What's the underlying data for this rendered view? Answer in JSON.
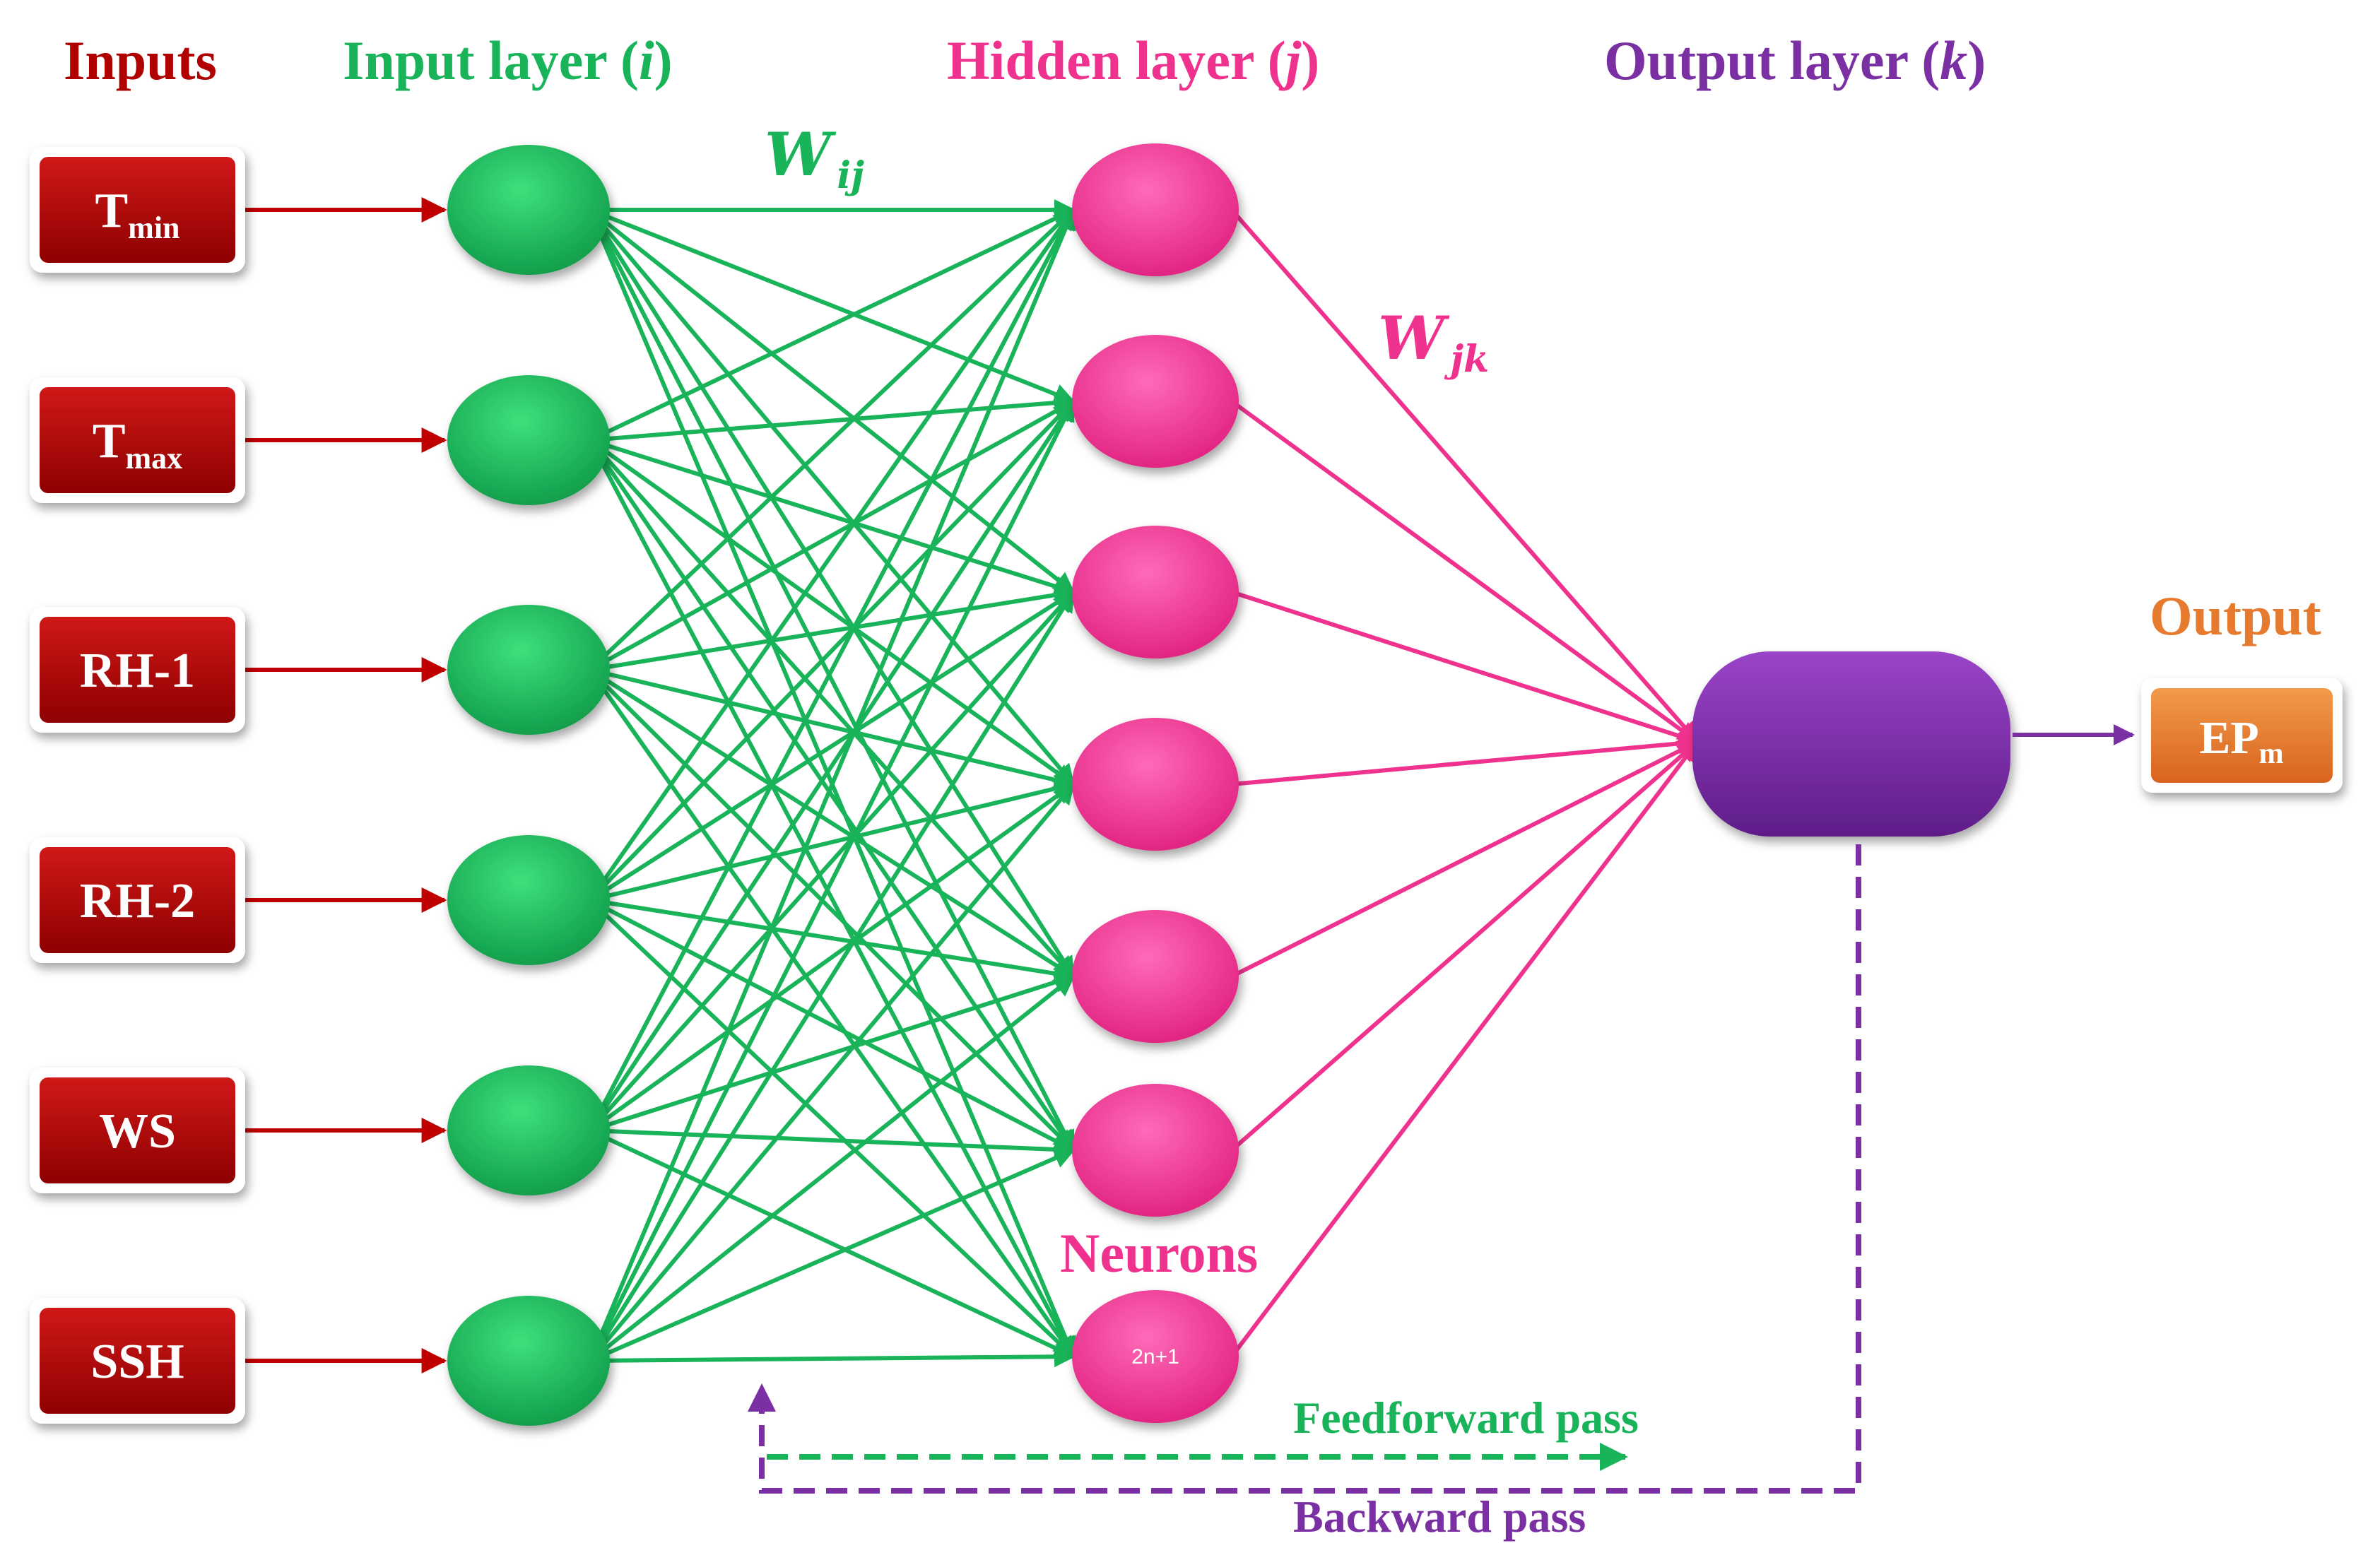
{
  "headers": {
    "inputs": "Inputs",
    "input_layer_prefix": "Input layer (",
    "input_layer_var": "i",
    "hidden_layer_prefix": "Hidden layer (",
    "hidden_layer_var": "j",
    "output_layer_prefix": "Output layer (",
    "output_layer_var": "k",
    "layer_suffix": ")",
    "output": "Output"
  },
  "inputs": [
    {
      "main": "T",
      "sub": "min"
    },
    {
      "main": "T",
      "sub": "max"
    },
    {
      "main": "RH-1",
      "sub": ""
    },
    {
      "main": "RH-2",
      "sub": ""
    },
    {
      "main": "WS",
      "sub": ""
    },
    {
      "main": "SSH",
      "sub": ""
    }
  ],
  "input_layer_count": 6,
  "hidden_layer_count": 7,
  "hidden_last_label": "2n+1",
  "weights": {
    "w_ij_main": "W",
    "w_ij_sub": "ij",
    "w_jk_main": "W",
    "w_jk_sub": "jk"
  },
  "neurons_label": "Neurons",
  "output_box": {
    "main": "EP",
    "sub": "m"
  },
  "passes": {
    "feedforward": "Feedforward pass",
    "backward": "Backward pass"
  },
  "colors": {
    "inputs": "#b00000",
    "input_layer": "#19b35a",
    "hidden_layer": "#f0328f",
    "output_layer": "#7a2fa3",
    "output": "#e67a2e",
    "feedforward": "#19b35a",
    "backward": "#7a2fa3"
  }
}
